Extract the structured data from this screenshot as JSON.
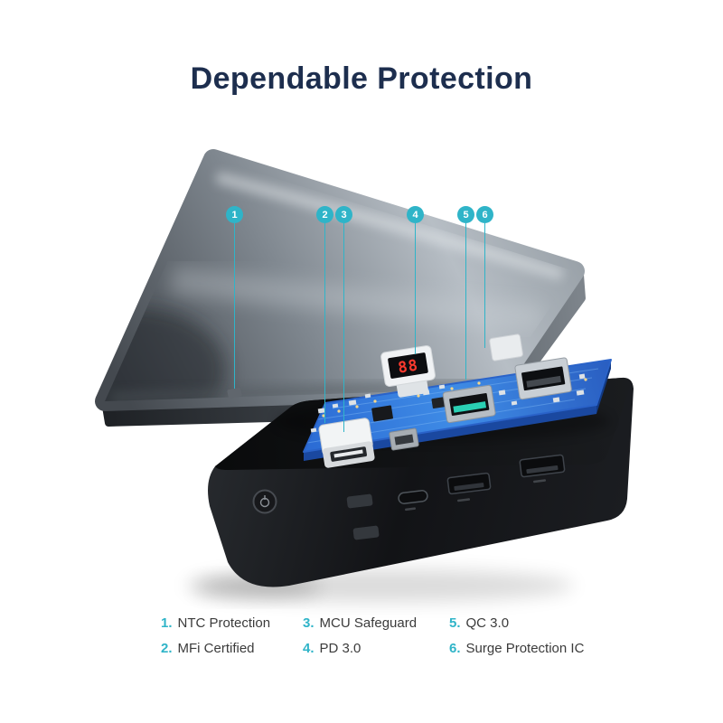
{
  "title": "Dependable Protection",
  "colors": {
    "accent": "#2fb4c8",
    "title": "#1d2e4e",
    "legend_text": "#3b3b3b"
  },
  "device": {
    "display_value": "88"
  },
  "callouts": [
    {
      "marker": "1",
      "legend_num": "1.",
      "label": "NTC Protection"
    },
    {
      "marker": "2",
      "legend_num": "2.",
      "label": "MFi Certified"
    },
    {
      "marker": "3",
      "legend_num": "3.",
      "label": "MCU Safeguard"
    },
    {
      "marker": "4",
      "legend_num": "4.",
      "label": "PD 3.0"
    },
    {
      "marker": "5",
      "legend_num": "5.",
      "label": "QC 3.0"
    },
    {
      "marker": "6",
      "legend_num": "6.",
      "label": "Surge Protection IC"
    }
  ]
}
